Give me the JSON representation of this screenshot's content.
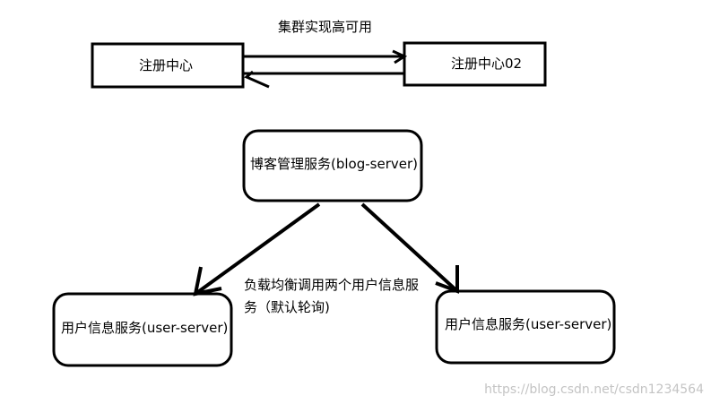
{
  "top_caption": "集群实现高可用",
  "nodes": {
    "registry_1": "注册中心",
    "registry_2": "注册中心02",
    "blog_server": "博客管理服务(blog-server)",
    "user_server_left": "用户信息服务(user-server)",
    "user_server_right": "用户信息服务(user-server)"
  },
  "load_balance_note": {
    "line1": "负载均衡调用两个用户信息服",
    "line2": "务（默认轮询)"
  },
  "watermark": "https://blog.csdn.net/csdn1234564",
  "colors": {
    "stroke": "#000000",
    "background": "#ffffff",
    "watermark": "#c4c4c4"
  }
}
